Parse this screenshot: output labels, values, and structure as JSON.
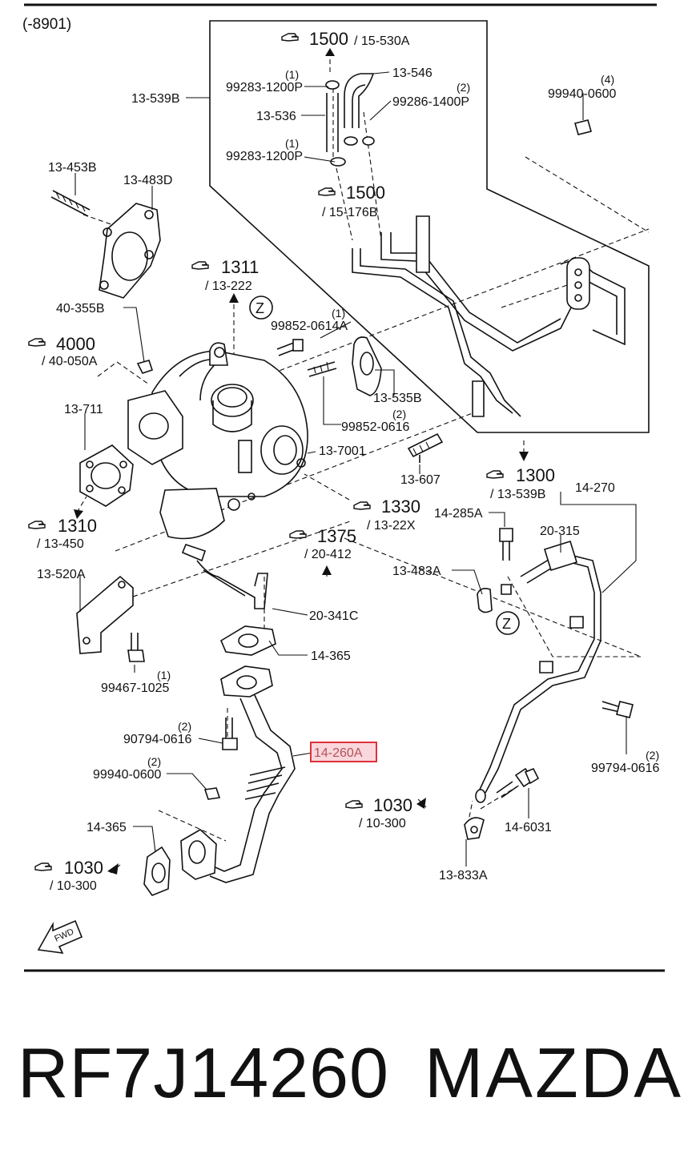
{
  "diagram": {
    "date_range": "(-8901)",
    "highlighted_part": "14-260A",
    "references": [
      {
        "id": "ref-1500-top",
        "num": "1500",
        "sub": "/ 15-530A"
      },
      {
        "id": "ref-1500-mid",
        "num": "1500",
        "sub": "/ 15-176B"
      },
      {
        "id": "ref-1311",
        "num": "1311",
        "sub": "/ 13-222"
      },
      {
        "id": "ref-4000",
        "num": "4000",
        "sub": "/ 40-050A"
      },
      {
        "id": "ref-1310",
        "num": "1310",
        "sub": "/ 13-450"
      },
      {
        "id": "ref-1330",
        "num": "1330",
        "sub": "/ 13-22X"
      },
      {
        "id": "ref-1375",
        "num": "1375",
        "sub": "/ 20-412"
      },
      {
        "id": "ref-1300",
        "num": "1300",
        "sub": "/ 13-539B"
      },
      {
        "id": "ref-1030-mid",
        "num": "1030",
        "sub": "/ 10-300"
      },
      {
        "id": "ref-1030-bot",
        "num": "1030",
        "sub": "/ 10-300"
      }
    ],
    "parts": {
      "p_13_546": "13-546",
      "p_13_539b": "13-539B",
      "p_99283_a": "99283-1200P",
      "p_99283_a_qty": "(1)",
      "p_13_536": "13-536",
      "p_99286": "99286-1400P",
      "p_99286_qty": "(2)",
      "p_99283_b": "99283-1200P",
      "p_99283_b_qty": "(1)",
      "p_99940_top": "99940-0600",
      "p_99940_top_qty": "(4)",
      "p_13_453b": "13-453B",
      "p_13_483d": "13-483D",
      "p_40_355b": "40-355B",
      "p_99852_a": "99852-0614A",
      "p_99852_a_qty": "(1)",
      "p_13_535b": "13-535B",
      "p_99852_b": "99852-0616",
      "p_99852_b_qty": "(2)",
      "p_13_711": "13-711",
      "p_13_7001": "13-7001",
      "p_13_607": "13-607",
      "p_14_270": "14-270",
      "p_14_285a": "14-285A",
      "p_20_315": "20-315",
      "p_13_520a": "13-520A",
      "p_13_483a": "13-483A",
      "p_20_341c": "20-341C",
      "p_14_365_top": "14-365",
      "p_99467": "99467-1025",
      "p_99467_qty": "(1)",
      "p_90794": "90794-0616",
      "p_90794_qty": "(2)",
      "p_99940_bot": "99940-0600",
      "p_99940_bot_qty": "(2)",
      "p_14_365_bot": "14-365",
      "p_99794": "99794-0616",
      "p_99794_qty": "(2)",
      "p_14_6031": "14-6031",
      "p_13_833a": "13-833A"
    },
    "z_marker": "Z",
    "fwd_label": "FWD"
  },
  "footer": {
    "part_number": "RF7J14260",
    "brand": "MAZDA"
  },
  "colors": {
    "highlight_fill": "#f9d7dc",
    "highlight_stroke": "#e0303a",
    "line": "#111111"
  }
}
